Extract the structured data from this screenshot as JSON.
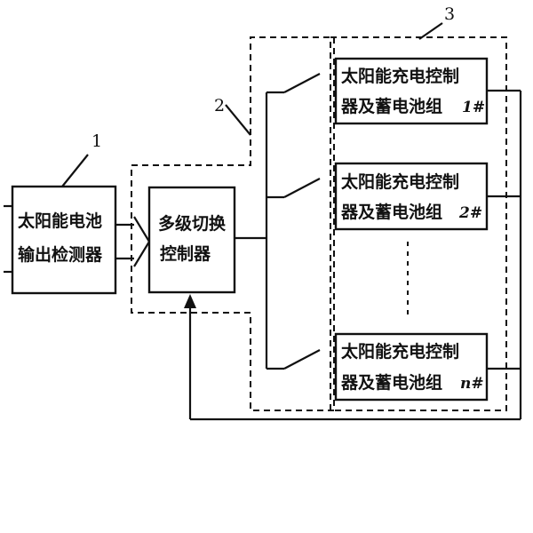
{
  "labels": {
    "ref1": "1",
    "ref2": "2",
    "ref3": "3"
  },
  "detector": {
    "line1": "太阳能电池",
    "line2": "输出检测器"
  },
  "switch_controller": {
    "line1": "多级切换",
    "line2": "控制器"
  },
  "charge_units": [
    {
      "line1": "太阳能充电控制",
      "line2": "器及蓄电池组",
      "num": "1#"
    },
    {
      "line1": "太阳能充电控制",
      "line2": "器及蓄电池组",
      "num": "2#"
    },
    {
      "line1": "太阳能充电控制",
      "line2": "器及蓄电池组",
      "num": "n#"
    }
  ]
}
